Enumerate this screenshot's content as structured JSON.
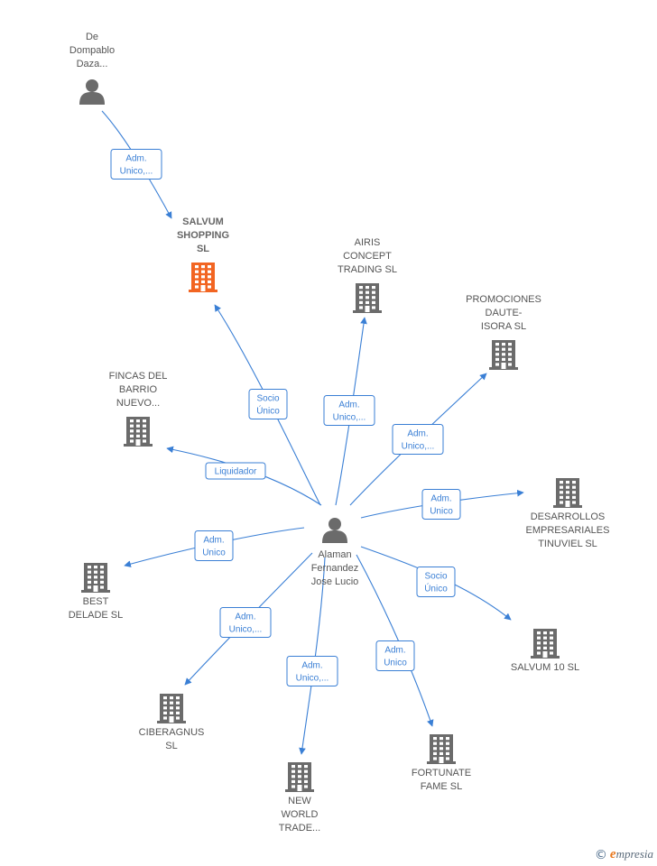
{
  "colors": {
    "edge": "#3a7fd5",
    "label": "#555555",
    "icon": "#6b6b6b",
    "highlight": "#f26522"
  },
  "nodes": [
    {
      "id": "dedompablo",
      "kind": "person",
      "lines": [
        "De",
        "Dompablo",
        "Daza..."
      ]
    },
    {
      "id": "salvum_shopping",
      "kind": "company",
      "highlight": true,
      "lines": [
        "SALVUM",
        "SHOPPING",
        "SL"
      ]
    },
    {
      "id": "airis",
      "kind": "company",
      "lines": [
        "AIRIS",
        "CONCEPT",
        "TRADING SL"
      ]
    },
    {
      "id": "promociones",
      "kind": "company",
      "lines": [
        "PROMOCIONES",
        "DAUTE-",
        "ISORA SL"
      ]
    },
    {
      "id": "fincas",
      "kind": "company",
      "lines": [
        "FINCAS DEL",
        "BARRIO",
        "NUEVO..."
      ]
    },
    {
      "id": "desarrollos",
      "kind": "company",
      "lines": [
        "DESARROLLOS",
        "EMPRESARIALES",
        "TINUVIEL SL"
      ]
    },
    {
      "id": "alaman",
      "kind": "person",
      "lines": [
        "Alaman",
        "Fernandez",
        "Jose Lucio"
      ]
    },
    {
      "id": "best",
      "kind": "company",
      "lines": [
        "BEST",
        "DELADE  SL"
      ]
    },
    {
      "id": "salvum10",
      "kind": "company",
      "lines": [
        "SALVUM 10  SL"
      ]
    },
    {
      "id": "ciberagnus",
      "kind": "company",
      "lines": [
        "CIBERAGNUS",
        "SL"
      ]
    },
    {
      "id": "fortunate",
      "kind": "company",
      "lines": [
        "FORTUNATE",
        "FAME  SL"
      ]
    },
    {
      "id": "newworld",
      "kind": "company",
      "lines": [
        "NEW",
        "WORLD",
        "TRADE..."
      ]
    }
  ],
  "edges": [
    {
      "from": "dedompablo",
      "to": "salvum_shopping",
      "lines": [
        "Adm.",
        "Unico,..."
      ]
    },
    {
      "from": "alaman",
      "to": "salvum_shopping",
      "lines": [
        "Socio",
        "Único"
      ]
    },
    {
      "from": "alaman",
      "to": "airis",
      "lines": [
        "Adm.",
        "Unico,..."
      ]
    },
    {
      "from": "alaman",
      "to": "promociones",
      "lines": [
        "Adm.",
        "Unico,..."
      ]
    },
    {
      "from": "alaman",
      "to": "fincas",
      "lines": [
        "Liquidador"
      ]
    },
    {
      "from": "alaman",
      "to": "desarrollos",
      "lines": [
        "Adm.",
        "Unico"
      ]
    },
    {
      "from": "alaman",
      "to": "best",
      "lines": [
        "Adm.",
        "Unico"
      ]
    },
    {
      "from": "alaman",
      "to": "salvum10",
      "lines": [
        "Socio",
        "Único"
      ]
    },
    {
      "from": "alaman",
      "to": "ciberagnus",
      "lines": [
        "Adm.",
        "Unico,..."
      ]
    },
    {
      "from": "alaman",
      "to": "newworld",
      "lines": [
        "Adm.",
        "Unico,..."
      ]
    },
    {
      "from": "alaman",
      "to": "fortunate",
      "lines": [
        "Adm.",
        "Unico"
      ]
    }
  ],
  "footer": {
    "copyright_symbol": "©",
    "brand_initial": "e",
    "brand_rest": "mpresia"
  }
}
